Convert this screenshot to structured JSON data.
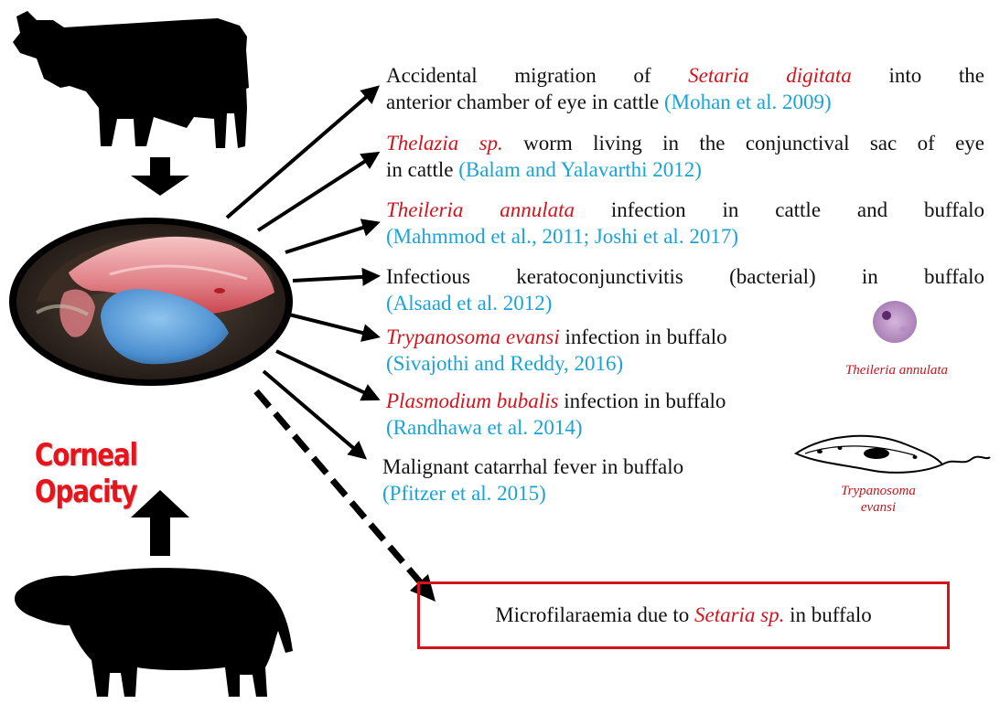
{
  "causes": [
    {
      "parts": [
        "Accidental migration of ",
        "Setaria digitata",
        " into the"
      ],
      "continuation": "anterior chamber of eye in cattle",
      "reference": "(Mohan et al. 2009)"
    },
    {
      "parts": [
        "Thelazia sp.",
        " worm living in the conjunctival sac of eye"
      ],
      "continuation": "in cattle",
      "reference": "(Balam and Yalavarthi 2012)"
    },
    {
      "parts": [
        "Theileria annulata",
        " infection in cattle and buffalo"
      ],
      "continuation": "",
      "reference": "(Mahmmod et al., 2011; Joshi et al. 2017)"
    },
    {
      "parts": [
        "Infectious keratoconjunctivitis (bacterial) in buffalo"
      ],
      "continuation": "",
      "reference": "(Alsaad et al. 2012)"
    },
    {
      "parts": [
        "Trypanosoma evansi",
        " infection in buffalo"
      ],
      "continuation": "",
      "reference": "(Sivajothi and Reddy, 2016)"
    },
    {
      "parts": [
        "Plasmodium bubalis",
        " infection in buffalo"
      ],
      "continuation": "",
      "reference": "(Randhawa et al. 2014)"
    },
    {
      "parts": [
        "Malignant catarrhal fever in buffalo"
      ],
      "continuation": "",
      "reference": "(Pfitzer et al. 2015)"
    }
  ],
  "center_label": "Corneal Opacity",
  "organisms": {
    "theileria_caption": "Theileria annulata",
    "trypanosoma_caption_line1": "Trypanosoma",
    "trypanosoma_caption_line2": "evansi"
  },
  "boxed_note": {
    "before": "Microfilaraemia due to ",
    "species": "Setaria sp.",
    "after": " in buffalo"
  },
  "colors": {
    "species_red": "#d4141d",
    "reference_blue": "#1aa3d6",
    "label_red": "#e8141c"
  }
}
